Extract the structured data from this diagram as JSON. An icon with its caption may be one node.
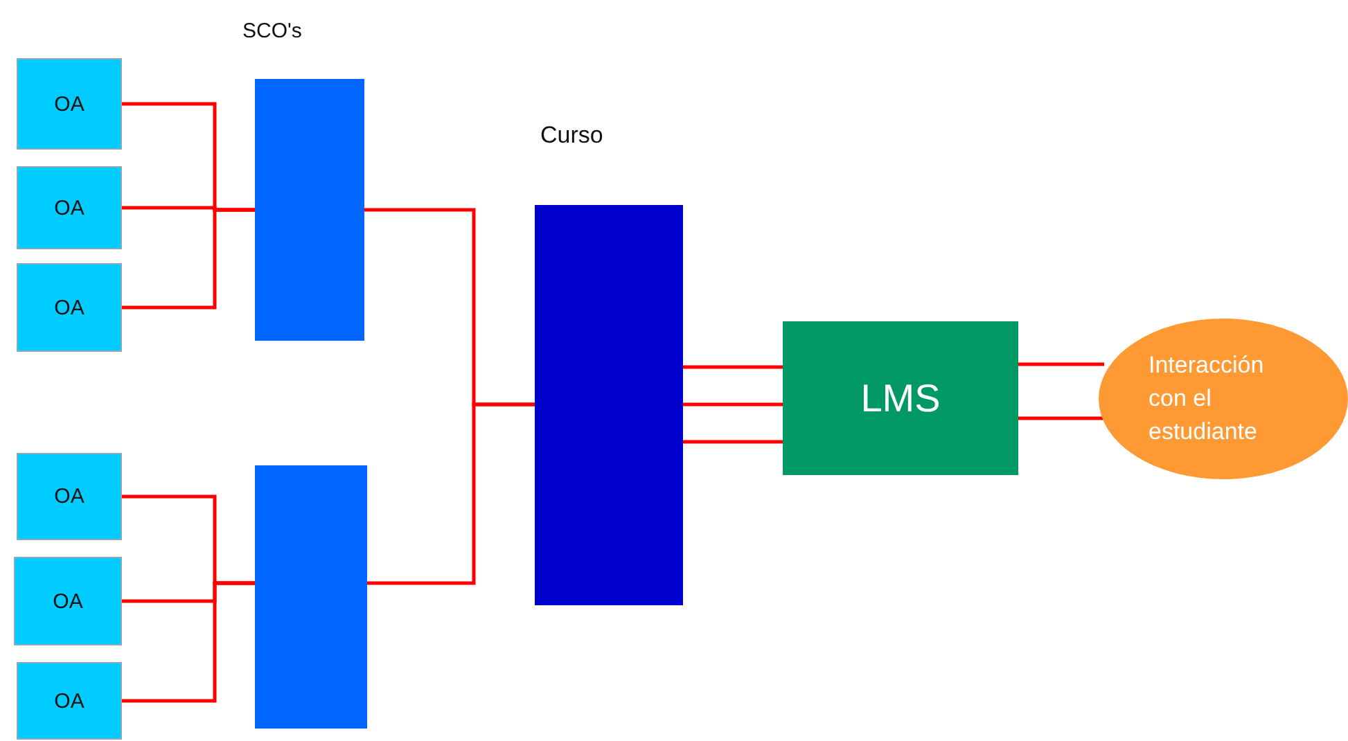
{
  "diagram": {
    "nodes": [
      {
        "text": [
          "OA"
        ]
      },
      {
        "text": [
          "OA"
        ]
      },
      {
        "text": [
          "OA"
        ]
      },
      {
        "text": [
          "OA"
        ]
      },
      {
        "text": [
          "OA"
        ]
      },
      {
        "text": [
          "OA"
        ]
      },
      {
        "text": [],
        "shape": "box"
      },
      {
        "text": [],
        "shape": "box"
      },
      {
        "text": [
          "Curso"
        ]
      },
      {
        "text": [
          "LMS"
        ]
      },
      {
        "text": [
          "Interacción con el estudiante"
        ]
      }
    ],
    "edges": [
      {
        "from": 0,
        "to": 6,
        "arrow": "none",
        "color": "#ff0000"
      },
      {
        "from": 1,
        "to": 6,
        "arrow": "none",
        "color": "#ff0000"
      },
      {
        "from": 2,
        "to": 6,
        "arrow": "none",
        "color": "#ff0000"
      },
      {
        "from": 3,
        "to": 7,
        "arrow": "none",
        "color": "#ff0000"
      },
      {
        "from": 4,
        "to": 7,
        "arrow": "none",
        "color": "#ff0000"
      },
      {
        "from": 5,
        "to": 7,
        "arrow": "none",
        "color": "#ff0000"
      },
      {
        "from": 6,
        "to": 8,
        "arrow": "none",
        "color": "#ff0000"
      },
      {
        "from": 7,
        "to": 8,
        "arrow": "none",
        "color": "#ff0000"
      },
      {
        "from": 8,
        "to": 9,
        "arrow": "none",
        "color": "#ff0000"
      },
      {
        "from": 8,
        "to": 9,
        "arrow": "none",
        "color": "#ff0000"
      },
      {
        "from": 8,
        "to": 9,
        "arrow": "none",
        "color": "#ff0000"
      },
      {
        "from": 9,
        "to": 10,
        "arrow": "none",
        "color": "#ff0000"
      },
      {
        "from": 9,
        "to": 10,
        "arrow": "none",
        "color": "#ff0000"
      }
    ],
    "labels": [
      "SCO's"
    ]
  }
}
